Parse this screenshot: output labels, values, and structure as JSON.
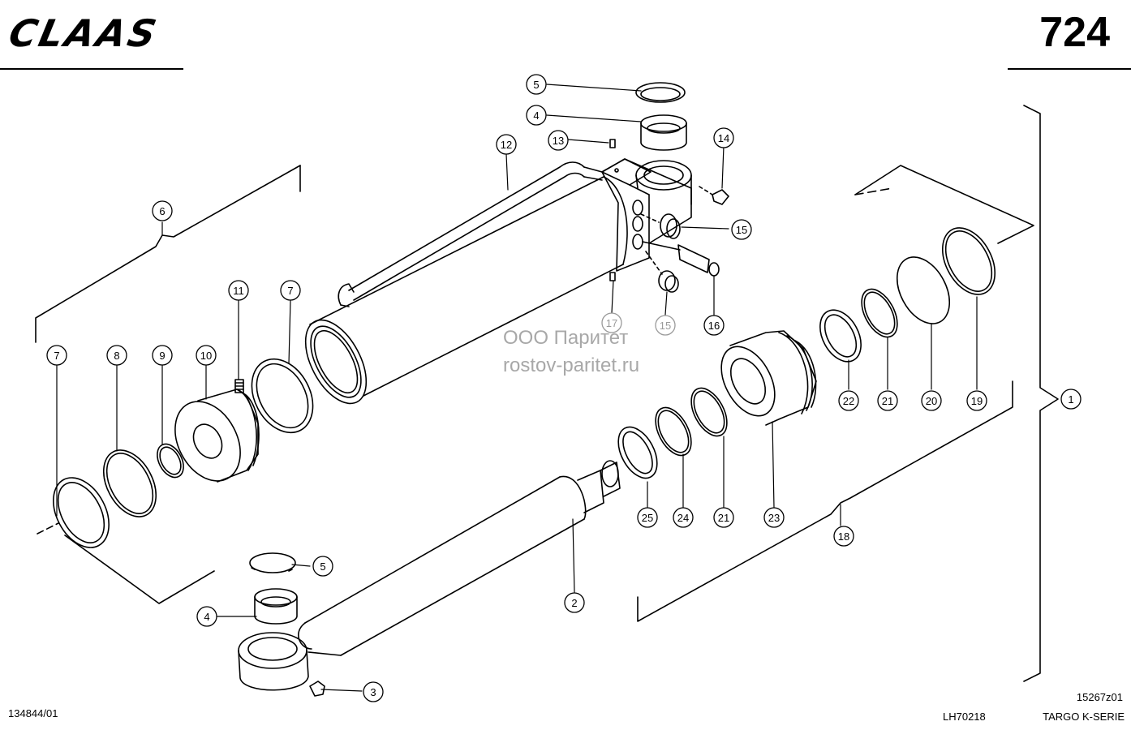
{
  "header": {
    "brand": "CLAAS",
    "page_number": "724"
  },
  "footer": {
    "doc_id": "134844/01",
    "model_code": "LH70218",
    "drawing_id": "15267z01",
    "series": "TARGO K-SERIE"
  },
  "watermark": {
    "line1": "ООО Паритет",
    "line2": "rostov-paritet.ru"
  },
  "callouts": {
    "c1": "1",
    "c2": "2",
    "c3": "3",
    "c4a": "4",
    "c4b": "4",
    "c5a": "5",
    "c5b": "5",
    "c6": "6",
    "c7a": "7",
    "c7b": "7",
    "c8": "8",
    "c9": "9",
    "c10": "10",
    "c11": "11",
    "c12": "12",
    "c13": "13",
    "c14": "14",
    "c15a": "15",
    "c15b": "15",
    "c16": "16",
    "c17": "17",
    "c18": "18",
    "c19": "19",
    "c20": "20",
    "c21a": "21",
    "c21b": "21",
    "c22": "22",
    "c23": "23",
    "c24": "24",
    "c25": "25"
  },
  "colors": {
    "ink": "#000000",
    "watermark": "#a8a8a8",
    "faded_callout": "#9a9a9a"
  }
}
